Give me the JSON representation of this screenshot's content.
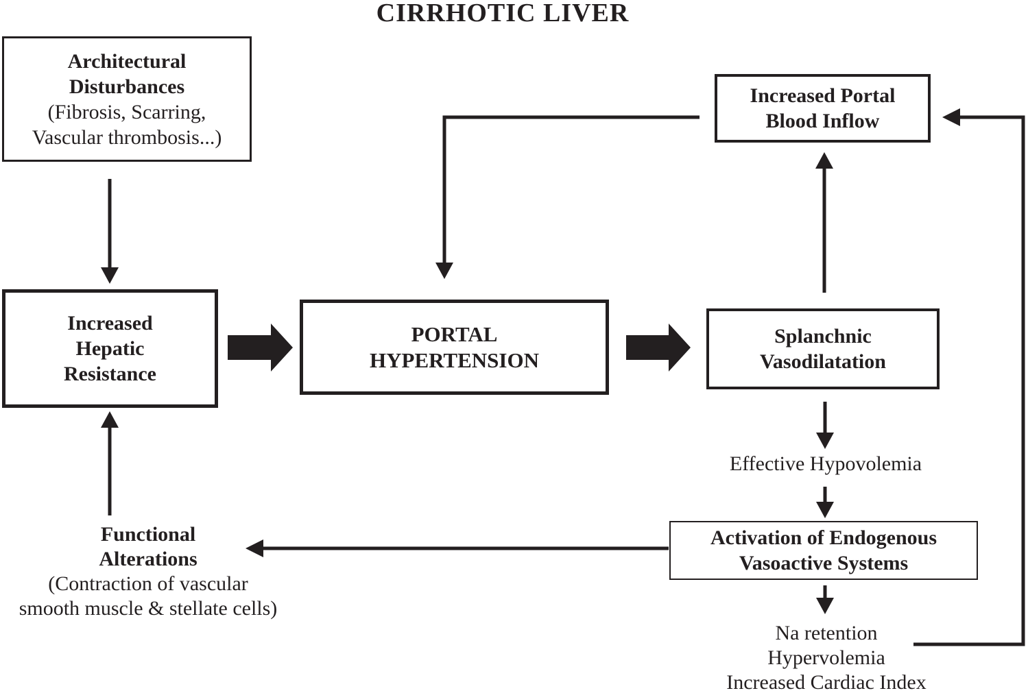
{
  "title": "CIRRHOTIC LIVER",
  "boxes": {
    "architectural_disturbances": {
      "name1": "Architectural",
      "name2": "Disturbances",
      "detail1": "(Fibrosis, Scarring,",
      "detail2": "Vascular thrombosis...)"
    },
    "increased_hepatic_resistance": {
      "line1": "Increased",
      "line2": "Hepatic",
      "line3": "Resistance"
    },
    "portal_hypertension": {
      "line1": "PORTAL",
      "line2": "HYPERTENSION"
    },
    "splanchnic_vasodilatation": {
      "line1": "Splanchnic",
      "line2": "Vasodilatation"
    },
    "increased_portal_blood_inflow": {
      "line1": "Increased Portal",
      "line2": "Blood Inflow"
    },
    "activation_of_endogenous_vasoactive_systems": {
      "line1": "Activation of Endogenous",
      "line2": "Vasoactive Systems"
    }
  },
  "labels": {
    "effective_hypovolemia": "Effective Hypovolemia",
    "na_retention": "Na retention",
    "hypervolemia": "Hypervolemia",
    "increased_cardiac_index": "Increased Cardiac Index",
    "functional_alterations1": "Functional",
    "functional_alterations2": "Alterations",
    "functional_detail1": "(Contraction of vascular",
    "functional_detail2": "smooth muscle & stellate cells)"
  },
  "colors": {
    "ink": "#231f20",
    "background": "#ffffff"
  }
}
